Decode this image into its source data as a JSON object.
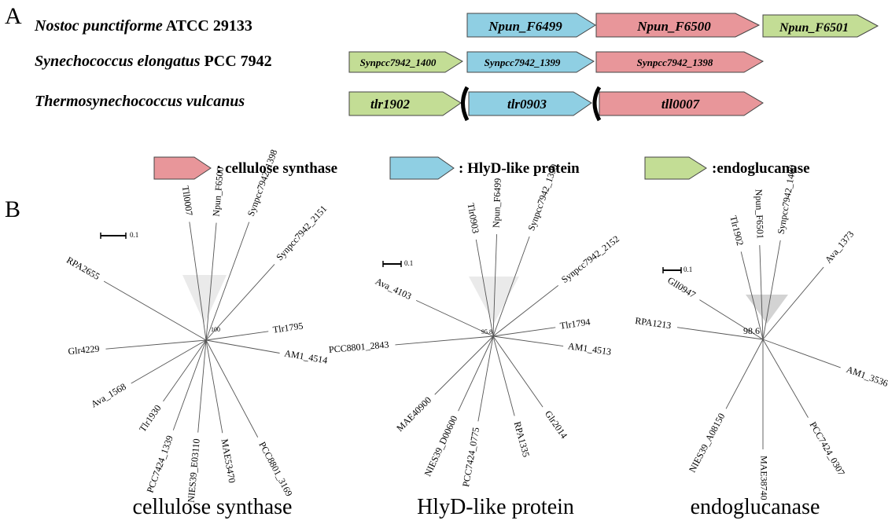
{
  "panel_a": {
    "label": "A",
    "organisms": [
      {
        "species": "Nostoc punctiforme",
        "strain": " ATCC 29133"
      },
      {
        "species": "Synechococcus elongatus",
        "strain": " PCC 7942"
      },
      {
        "species": "Thermosynechococcus vulcanus",
        "strain": ""
      }
    ],
    "genes": {
      "row1": [
        "Npun_F6499",
        "Npun_F6500",
        "Npun_F6501"
      ],
      "row2": [
        "Synpcc7942_1400",
        "Synpcc7942_1399",
        "Synpcc7942_1398"
      ],
      "row3": [
        "tlr1902",
        "tlr0903",
        "tll0007"
      ]
    }
  },
  "legend": {
    "cellulose": ": cellulose synthase",
    "hlyd": ": HlyD-like protein",
    "endo": ":endoglucanase"
  },
  "colors": {
    "cellulose": "#e8969a",
    "hlyd": "#8fcfe3",
    "endo": "#c3dd95"
  },
  "panel_b": {
    "label": "B",
    "trees": [
      {
        "title": "cellulose synthase",
        "scale": "0.1",
        "bootstrap": "100",
        "leaves": [
          "Tll0007",
          "Npun_F6500",
          "Synpcc7942_1398",
          "Synpcc7942_2151",
          "Tlr1795",
          "AM1_4514",
          "PCC8801_3169",
          "MAE53470",
          "NIES39_E03110",
          "PCC7424_1339",
          "Tlr1930",
          "Ava_1568",
          "Glr4229",
          "RPA2655"
        ]
      },
      {
        "title": "HlyD-like protein",
        "scale": "0.1",
        "bootstrap": "95.8",
        "leaves": [
          "Tlr0903",
          "Npun_F6499",
          "Synpcc7942_1399",
          "Synpcc7942_2152",
          "Tlr1794",
          "AM1_4513",
          "Glr2014",
          "RPA1335",
          "PCC7424_0775",
          "NIES39_D00600",
          "MAE40900",
          "PCC8801_2843",
          "Ava_4103"
        ]
      },
      {
        "title": "endoglucanase",
        "scale": "0.1",
        "bootstrap": "98.6",
        "leaves": [
          "Tlr1902",
          "Npun_F6501",
          "Synpcc7942_1400",
          "Ava_1373",
          "AM1_3536",
          "PCC7424_0307",
          "MAE38740",
          "NIES39_A08150",
          "RPA1213",
          "Gll0947"
        ]
      }
    ]
  }
}
